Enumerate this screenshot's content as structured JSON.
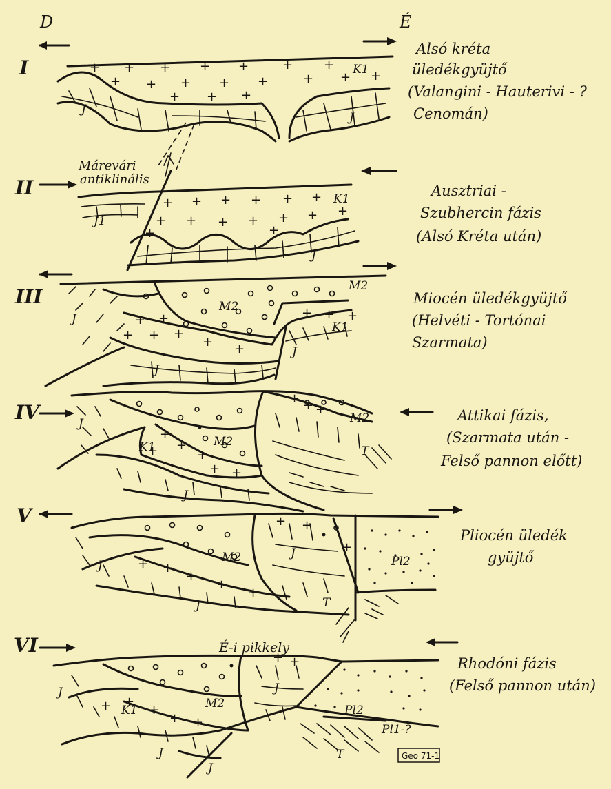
{
  "directions": {
    "left": "D",
    "right": "É"
  },
  "panels": [
    {
      "numeral": "I",
      "caption": [
        "Alsó kréta",
        "üledékgyüjtő",
        "(Valangini - Hauterivi - ?",
        "Cenomán)"
      ],
      "units": [
        "K1",
        "J",
        "J"
      ]
    },
    {
      "numeral": "II",
      "caption": [
        "Ausztriai -",
        "Szubhercin fázis",
        "(Alsó Kréta után)"
      ],
      "annotation": [
        "Márevári",
        "antiklinális"
      ],
      "units": [
        "K1",
        "J1",
        "J"
      ]
    },
    {
      "numeral": "III",
      "caption": [
        "Miocén üledékgyüjtő",
        "(Helvéti - Tortónai",
        "Szarmata)"
      ],
      "units": [
        "M2",
        "M2",
        "J",
        "K1",
        "J",
        "J"
      ]
    },
    {
      "numeral": "IV",
      "caption": [
        "Attikai fázis,",
        "(Szarmata után -",
        "Felső pannon előtt)"
      ],
      "units": [
        "J",
        "K1",
        "M2",
        "M2",
        "T",
        "J"
      ]
    },
    {
      "numeral": "V",
      "caption": [
        "Pliocén üledék",
        "gyüjtő"
      ],
      "units": [
        "J",
        "M2",
        "J",
        "Pl2",
        "J",
        "T"
      ]
    },
    {
      "numeral": "VI",
      "caption": [
        "Rhodóni fázis",
        "(Felső pannon után)"
      ],
      "annotation": [
        "É-i pikkely"
      ],
      "units": [
        "J",
        "K1",
        "M2",
        "J",
        "Pl2",
        "Pl1-?",
        "T",
        "J",
        "J"
      ]
    }
  ],
  "stamp": "Geo 71-1"
}
